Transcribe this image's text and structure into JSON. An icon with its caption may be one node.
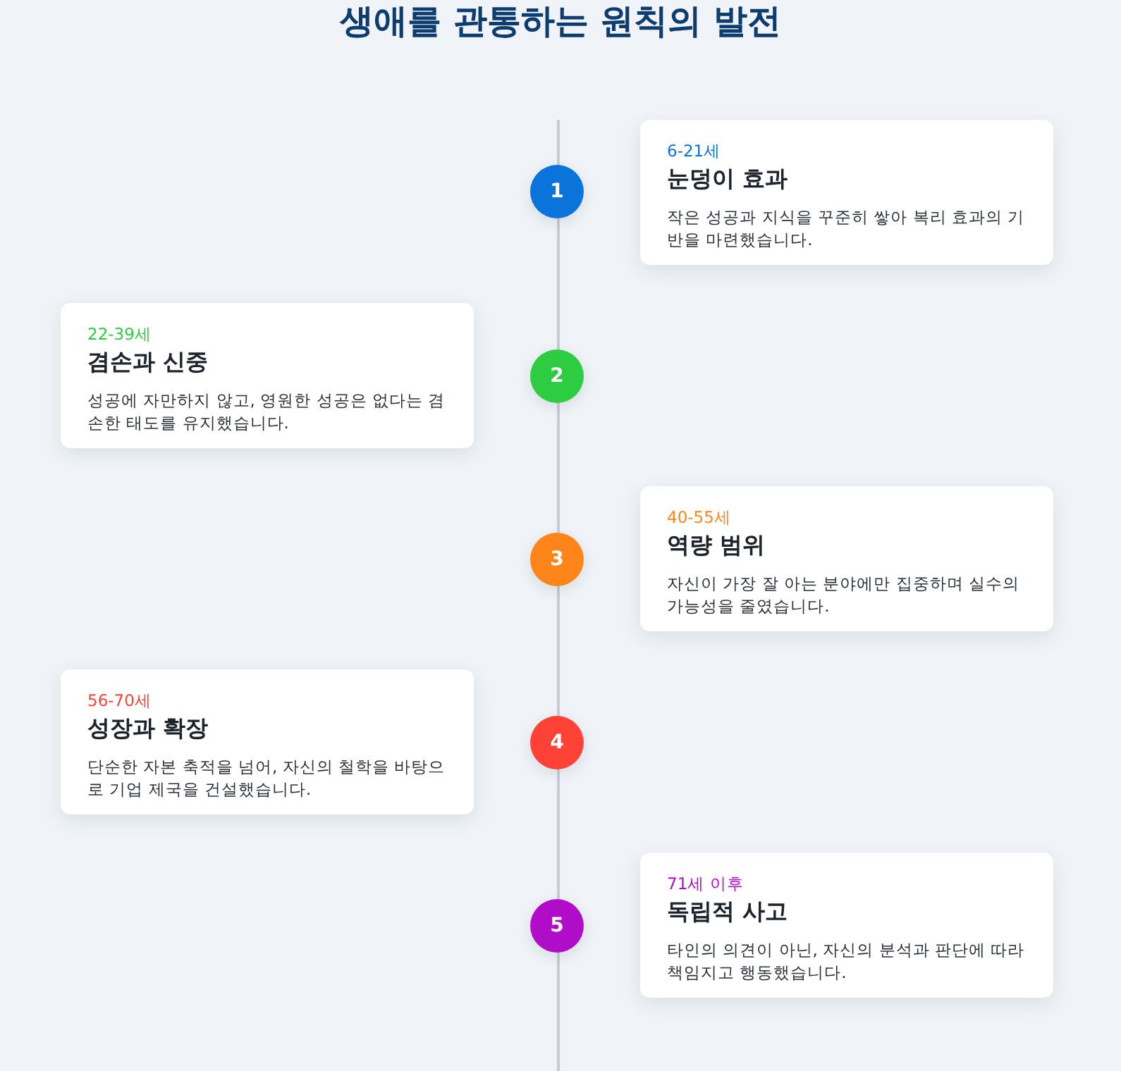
{
  "diagram": {
    "title": "생애를 관통하는 원칙의 발전",
    "nodes": [
      {
        "text": [
          "1"
        ]
      },
      {
        "text": [
          "6-21세",
          "눈덩이 효과",
          "작은 성공과 지식을 꾸준히 쌓아 복리 효과의 기반을 마련했습니다."
        ]
      },
      {
        "text": [
          "22-39세",
          "겸손과 신중",
          "성공에 자만하지 않고, 영원한 성공은 없다는 겸손한 태도를 유지했습니다."
        ]
      },
      {
        "text": [
          "2"
        ]
      },
      {
        "text": [
          "3"
        ]
      },
      {
        "text": [
          "40-55세",
          "역량 범위",
          "자신이 가장 잘 아는 분야에만 집중하며 실수의 가능성을 줄였습니다."
        ]
      },
      {
        "text": [
          "56-70세",
          "성장과 확장",
          "단순한 자본 축적을 넘어, 자신의 철학을 바탕으로 기업 제국을 건설했습니다."
        ]
      },
      {
        "text": [
          "4"
        ]
      },
      {
        "text": [
          "5"
        ]
      },
      {
        "text": [
          "71세 이후",
          "독립적 사고",
          "타인의 의견이 아닌, 자신의 분석과 판단에 따라 책임지고 행동했습니다."
        ]
      }
    ]
  }
}
